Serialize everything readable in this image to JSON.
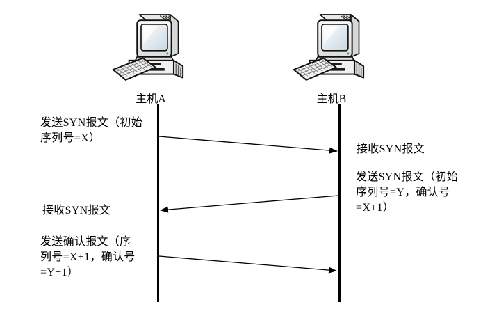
{
  "hosts": {
    "a": {
      "label": "主机A"
    },
    "b": {
      "label": "主机B"
    }
  },
  "messages": {
    "send_syn_a": "发送SYN报文（初始\n序列号=X）",
    "recv_syn_b": "接收SYN报文",
    "send_syn_b": "发送SYN报文（初始\n序列号=Y，确认号\n=X+1）",
    "recv_syn_a": "接收SYN报文",
    "send_ack_a": "发送确认报文（序\n列号=X+1，确认号\n=Y+1）"
  },
  "colors": {
    "line": "#000000",
    "background": "#ffffff",
    "screen_tint": "#c8d7e2",
    "led": "#2f9e41"
  }
}
